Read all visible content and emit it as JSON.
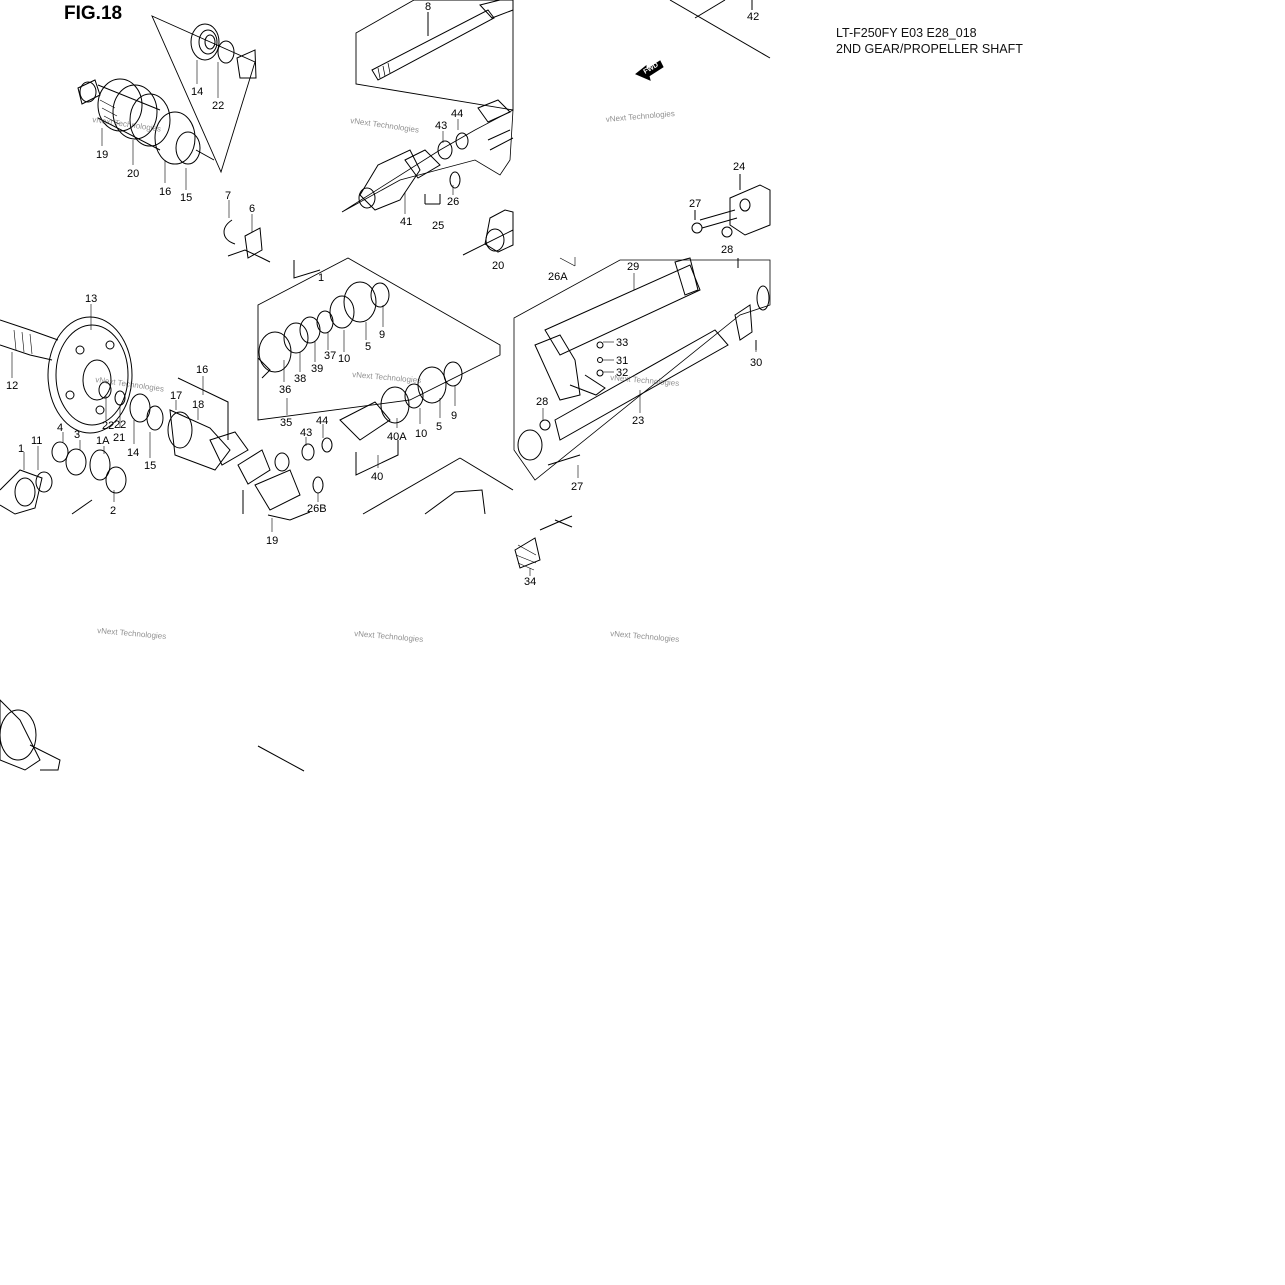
{
  "figure": {
    "title": "FIG.18",
    "model_code": "LT-F250FY E03 E28_018",
    "section_name": "2ND GEAR/PROPELLER SHAFT"
  },
  "watermark_text": "vNext Technologies",
  "direction_label": "FWD",
  "callouts": [
    "8",
    "42",
    "14",
    "22",
    "19",
    "20",
    "16",
    "15",
    "7",
    "6",
    "44",
    "43",
    "41",
    "25",
    "26",
    "24",
    "27",
    "28",
    "13",
    "12",
    "1",
    "9",
    "5",
    "10",
    "37",
    "39",
    "38",
    "36",
    "35",
    "29",
    "26A",
    "33",
    "31",
    "32",
    "30",
    "17",
    "18",
    "21",
    "4",
    "11",
    "3",
    "1A",
    "2",
    "23",
    "40A",
    "40",
    "26B",
    "34"
  ]
}
